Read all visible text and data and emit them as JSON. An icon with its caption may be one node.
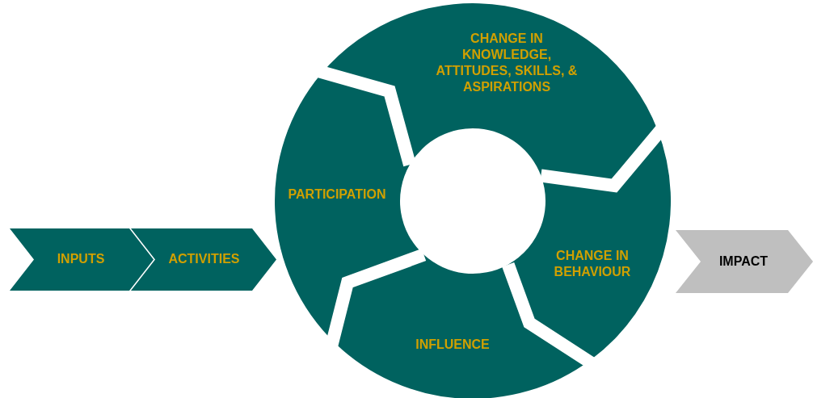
{
  "diagram": {
    "nodes": [
      {
        "text": [
          "INPUTS"
        ]
      },
      {
        "text": [
          "ACTIVITIES"
        ]
      },
      {
        "text": [
          "PARTICIPATION"
        ]
      },
      {
        "text": [
          "CHANGE IN KNOWLEDGE, ATTITUDES, SKILLS, & ASPIRATIONS"
        ]
      },
      {
        "text": [
          "CHANGE IN BEHAVIOUR"
        ]
      },
      {
        "text": [
          "INFLUENCE"
        ]
      },
      {
        "text": [
          "IMPACT"
        ]
      }
    ]
  }
}
